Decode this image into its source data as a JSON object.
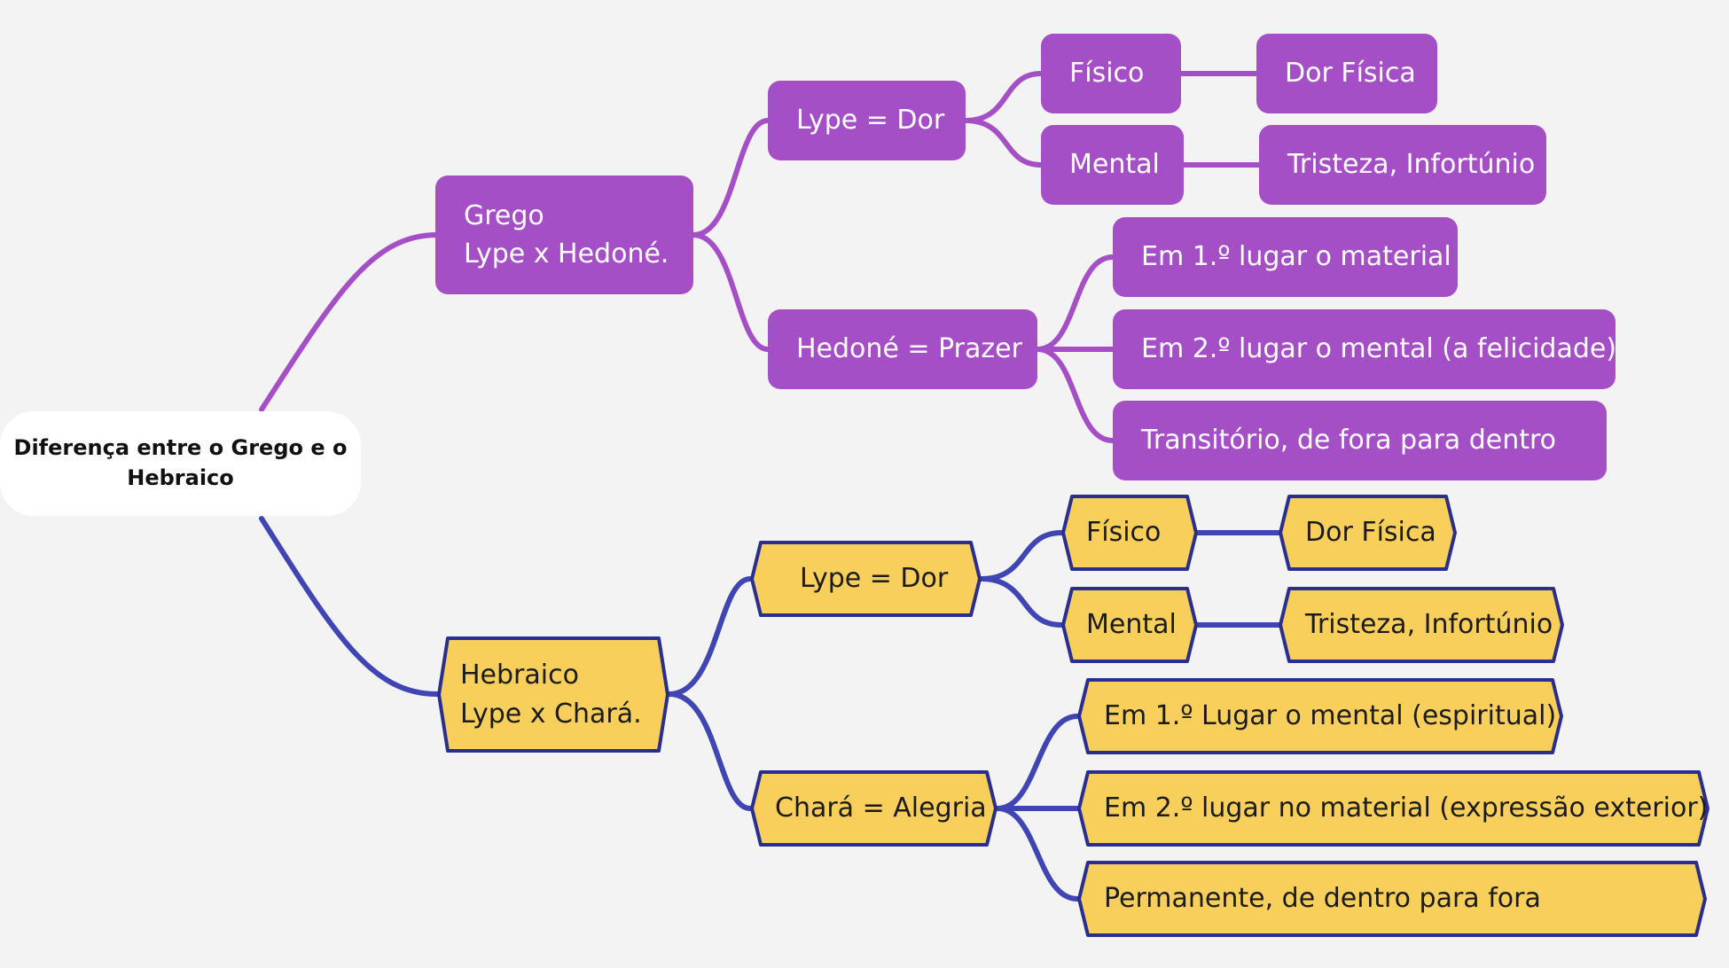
{
  "colors": {
    "background": "#f3f3f3",
    "root_fill": "#ffffff",
    "grego_fill": "#a44fc6",
    "grego_line": "#a44fc6",
    "hebraico_fill": "#f7cf5a",
    "hebraico_stroke": "#2a2f8f",
    "hebraico_line": "#3f45b3"
  },
  "root": {
    "label_1": "Diferença entre o Grego e o",
    "label_2": "Hebraico"
  },
  "grego": {
    "title_1": "Grego",
    "title_2": "Lype x Hedoné.",
    "lype": {
      "label": "Lype = Dor",
      "fisico": "Físico",
      "fisico_detail": "Dor Física",
      "mental": "Mental",
      "mental_detail": "Tristeza, Infortúnio"
    },
    "hedone": {
      "label": "Hedoné = Prazer",
      "items": [
        "Em 1.º lugar o material",
        "Em 2.º lugar o mental (a felicidade)",
        "Transitório, de fora para dentro"
      ]
    }
  },
  "hebraico": {
    "title_1": "Hebraico",
    "title_2": "Lype x Chará.",
    "lype": {
      "label": "Lype = Dor",
      "fisico": "Físico",
      "fisico_detail": "Dor Física",
      "mental": "Mental",
      "mental_detail": "Tristeza, Infortúnio"
    },
    "chara": {
      "label": "Chará = Alegria",
      "items": [
        "Em 1.º Lugar o mental (espiritual)",
        "Em 2.º lugar no material (expressão exterior)",
        "Permanente, de dentro para fora"
      ]
    }
  }
}
